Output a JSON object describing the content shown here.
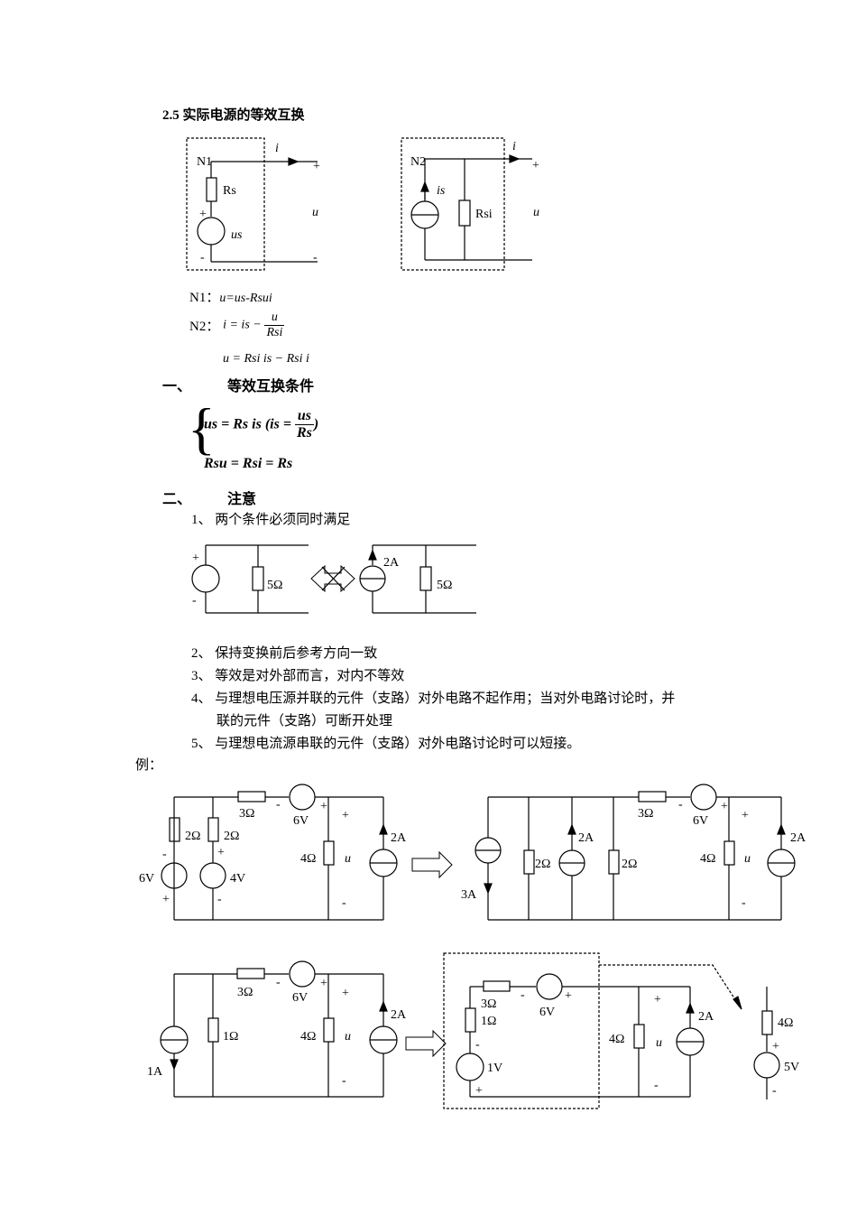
{
  "section_title": "2.5   实际电源的等效互换",
  "diagram1": {
    "n1": "N1",
    "n2": "N2",
    "i": "i",
    "u": "u",
    "plus": "+",
    "minus": "-",
    "rs": "Rs",
    "us": "us",
    "is": "is",
    "rsi": "Rsi"
  },
  "formulas": {
    "n1_label": "N1：",
    "n1_eq": "u=us-Rsui",
    "n2_label": "N2：",
    "n2_eq_left": "i = is −",
    "n2_num": "u",
    "n2_den": "Rsi",
    "n2_eq2": "u = Rsi is − Rsi i"
  },
  "heading1": {
    "num": "一、",
    "text": "等效互换条件"
  },
  "conditions": {
    "line1_left": "us = Rs is (is =",
    "line1_num": "us",
    "line1_den": "Rs",
    "line1_right": ")",
    "line2": "Rsu = Rsi = Rs"
  },
  "heading2": {
    "num": "二、",
    "text": "注意"
  },
  "notes": [
    "1、 两个条件必须同时满足",
    "2、 保持变换前后参考方向一致",
    "3、 等效是对外部而言，对内不等效",
    "4、 与理想电压源并联的元件（支路）对外电路不起作用；当对外电路讨论时，并",
    "联的元件（支路）可断开处理",
    "5、 与理想电流源串联的元件（支路）对外电路讨论时可以短接。"
  ],
  "example_label": "例：",
  "diagram2": {
    "plus": "+",
    "minus": "-",
    "r5a": "5Ω",
    "i2a": "2A",
    "r5b": "5Ω"
  },
  "diagram3": {
    "r3": "3Ω",
    "v6": "6V",
    "r2a": "2Ω",
    "r2b": "2Ω",
    "v6b": "6V",
    "v4": "4V",
    "r4": "4Ω",
    "u": "u",
    "i2a": "2A",
    "i3a": "3A",
    "r2c": "2Ω",
    "i2b": "2A",
    "r2d": "2Ω",
    "r3b": "3Ω",
    "v6c": "6V",
    "r4b": "4Ω",
    "u2": "u",
    "i2c": "2A"
  },
  "diagram4": {
    "i1a": "1A",
    "r1": "1Ω",
    "r3": "3Ω",
    "v6": "6V",
    "r4": "4Ω",
    "u": "u",
    "i2a": "2A",
    "r3b": "3Ω",
    "r1b": "1Ω",
    "v6b": "6V",
    "v1": "1V",
    "r4b": "4Ω",
    "u2": "u",
    "i2b": "2A",
    "r4c": "4Ω",
    "v5": "5V"
  }
}
